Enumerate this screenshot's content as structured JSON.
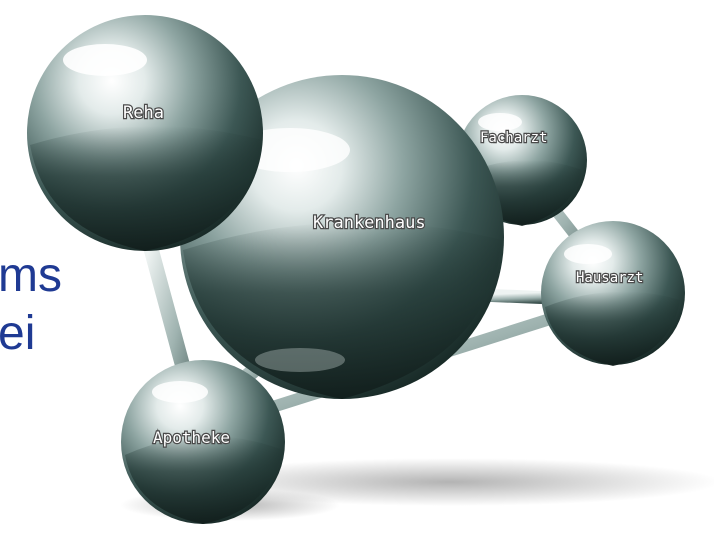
{
  "side_text": {
    "line1": "ms",
    "line2": "ei"
  },
  "nodes": {
    "reha": "Reha",
    "krankenhaus": "Krankenhaus",
    "facharzt": "Facharzt",
    "hausarzt": "Hausarzt",
    "apotheke": "Apotheke"
  },
  "colors": {
    "text_blue": "#1f3a93",
    "sphere_dark": "#1f3431",
    "sphere_light": "#f4f8f7"
  }
}
